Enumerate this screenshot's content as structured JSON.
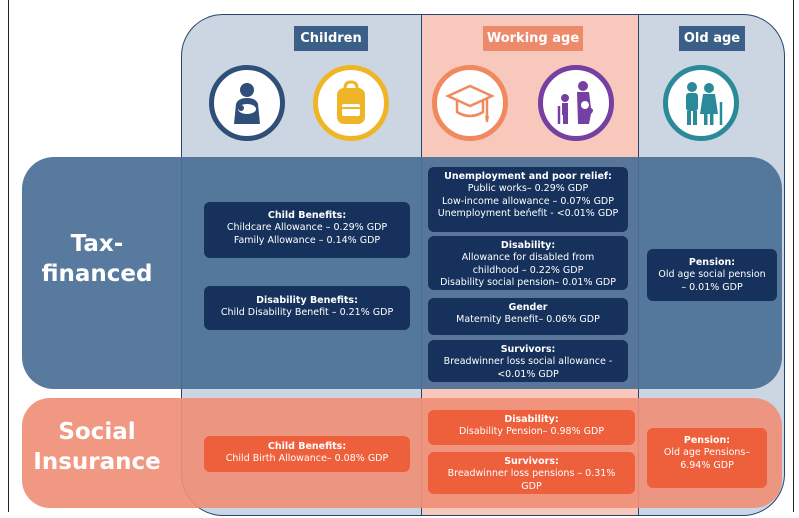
{
  "columns": {
    "children": "Children",
    "working_age": "Working age",
    "old_age": "Old age"
  },
  "rows": {
    "tax_financed": [
      "Tax-",
      "financed"
    ],
    "social_insurance": [
      "Social",
      "Insurance"
    ]
  },
  "icons": [
    "mother-baby-icon",
    "backpack-icon",
    "graduation-cap-icon",
    "disability-pregnancy-icon",
    "elderly-couple-icon"
  ],
  "colors": {
    "navy": "#16325c",
    "tax_band": "#4a6f96",
    "social_band": "#ef8f77",
    "orange": "#ee5f3c",
    "column_blue": "#ccd6e2",
    "column_peach": "#f8c8bc"
  },
  "boxes": {
    "child_benefits": {
      "title": "Child Benefits:",
      "lines": [
        "Childcare Allowance – 0.29% GDP",
        "Family Allowance – 0.14% GDP"
      ]
    },
    "child_disability": {
      "title": "Disability Benefits:",
      "lines": [
        "Child Disability Benefit – 0.21% GDP"
      ]
    },
    "unemployment": {
      "title": "Unemployment and poor relief:",
      "lines": [
        "Public works– 0.29% GDP",
        "Low-income allowance – 0.07% GDP",
        "Unemployment beńefit - <0.01% GDP"
      ]
    },
    "disability_tax": {
      "title": "Disability:",
      "lines": [
        "Allowance for disabled from",
        "childhood – 0.22% GDP",
        "Disability social pension– 0.01% GDP"
      ]
    },
    "gender": {
      "title": "Gender",
      "lines": [
        "Maternity Benefit– 0.06% GDP"
      ]
    },
    "survivors_tax": {
      "title": "Survivors:",
      "lines": [
        "Breadwinner loss social allowance -",
        "<0.01% GDP"
      ]
    },
    "pension_tax": {
      "title": "Pension:",
      "lines": [
        "Old age social pension",
        "– 0.01% GDP"
      ]
    },
    "child_birth": {
      "title": "Child Benefits:",
      "lines": [
        "Child Birth Allowance– 0.08% GDP"
      ]
    },
    "disability_si": {
      "title": "Disability:",
      "lines": [
        "Disability Pension– 0.98% GDP"
      ]
    },
    "survivors_si": {
      "title": "Survivors:",
      "lines": [
        "Breadwinner loss pensions – 0.31%",
        "GDP"
      ]
    },
    "pension_si": {
      "title": "Pension:",
      "lines": [
        "Old age Pensions–",
        "6.94% GDP"
      ]
    }
  }
}
